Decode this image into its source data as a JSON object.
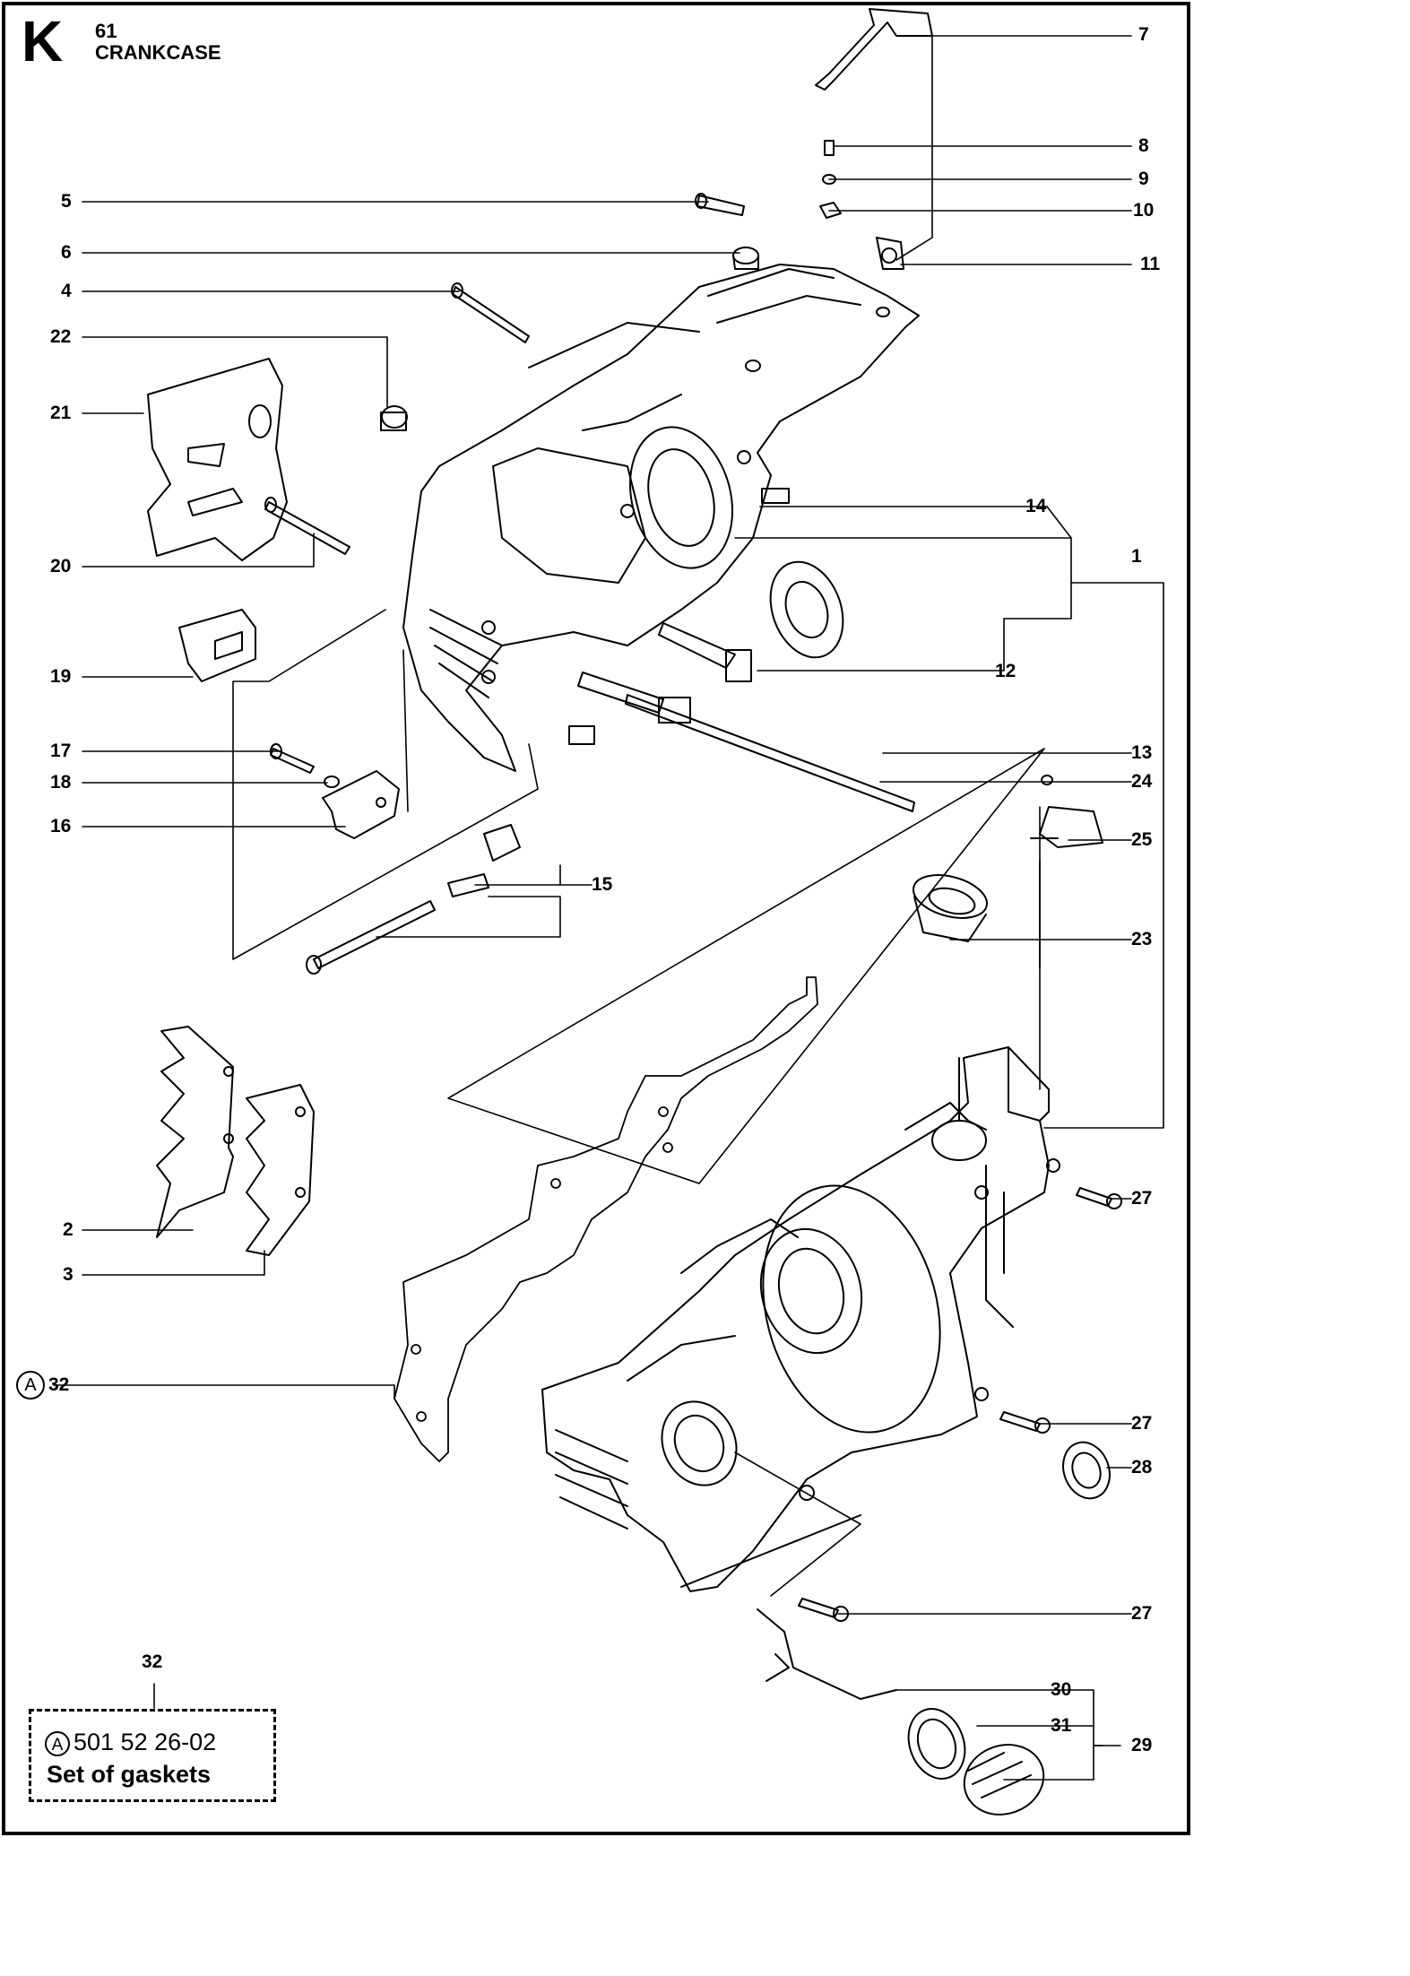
{
  "header": {
    "section_letter": "K",
    "section_number": "61",
    "section_title": "CRANKCASE"
  },
  "callouts": {
    "c1": "1",
    "c2": "2",
    "c3": "3",
    "c4": "4",
    "c5": "5",
    "c6": "6",
    "c7": "7",
    "c8": "8",
    "c9": "9",
    "c10": "10",
    "c11": "11",
    "c12": "12",
    "c13": "13",
    "c14": "14",
    "c15": "15",
    "c16": "16",
    "c17": "17",
    "c18": "18",
    "c19": "19",
    "c20": "20",
    "c21": "21",
    "c22": "22",
    "c23": "23",
    "c24": "24",
    "c25": "25",
    "c27a": "27",
    "c27b": "27",
    "c27c": "27",
    "c28": "28",
    "c29": "29",
    "c30": "30",
    "c31": "31",
    "c32": "32",
    "c32kit": "32"
  },
  "kit": {
    "ref_letter": "A",
    "part_number": "501 52 26-02",
    "description": "Set of gaskets"
  },
  "ref_marker": {
    "letter": "A"
  }
}
